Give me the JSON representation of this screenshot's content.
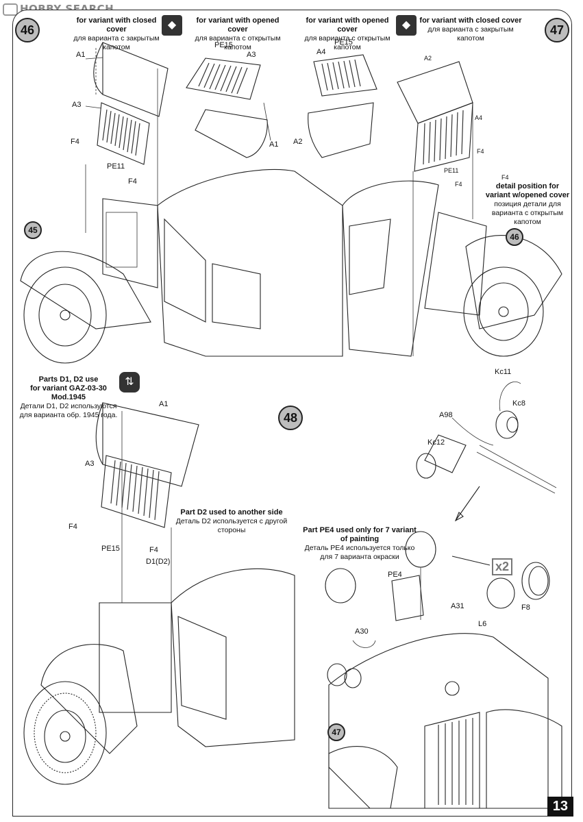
{
  "watermark": "HOBBY SEARCH",
  "page_number": "13",
  "steps": {
    "s46": "46",
    "s47": "47",
    "s48": "48",
    "ref45": "45",
    "ref46": "46",
    "ref47": "47"
  },
  "notes": {
    "closed_left_en": "for variant with closed cover",
    "closed_left_ru": "для варианта с закрытым капотом",
    "opened_left_en": "for variant with opened cover",
    "opened_left_ru": "для варианта с открытым капотом",
    "opened_right_en": "for variant with opened cover",
    "opened_right_ru": "для варианта с открытым капотом",
    "closed_right_en": "for variant with closed cover",
    "closed_right_ru": "для варианта с закрытым капотом",
    "detail_en_1": "detail position for",
    "detail_en_2": "variant w/opened cover",
    "detail_ru_1": "позиция детали для",
    "detail_ru_2": "варианта с открытым капотом",
    "d1d2_en_1": "Parts D1, D2  use",
    "d1d2_en_2": "for variant GAZ-03-30 Mod.1945",
    "d1d2_ru_1": "Детали D1, D2 используются",
    "d1d2_ru_2": "для варианта обр. 1945 года.",
    "d2_en": "Part D2 used to another side",
    "d2_ru": "Деталь D2 используется с другой стороны",
    "pe4_en_1": "Part PE4  used only  for 7 variant",
    "pe4_en_2": "of painting",
    "pe4_ru_1": "Деталь PE4 используется только",
    "pe4_ru_2": "для 7 варианта окраски"
  },
  "labels": {
    "a1_top": "A1",
    "a3_top": "A3",
    "f4_a": "F4",
    "pe11_a": "PE11",
    "f4_b": "F4",
    "pe15_a": "PE15",
    "a3_b": "A3",
    "a1_b": "A1",
    "pe15_b": "PE15",
    "a4_a": "A4",
    "a2_a": "A2",
    "a2_b": "A2",
    "a4_b": "A4",
    "f4_c": "F4",
    "pe11_b": "PE11",
    "f4_d": "F4",
    "f4_e": "F4",
    "a1_48": "A1",
    "a3_48": "A3",
    "f4_48a": "F4",
    "pe15_48": "PE15",
    "f4_48b": "F4",
    "d1d2": "D1(D2)",
    "kc11": "Kc11",
    "kc8": "Kc8",
    "a98": "A98",
    "kc12": "Kc12",
    "pe4": "PE4",
    "a31": "A31",
    "a30": "A30",
    "l6": "L6",
    "f8": "F8",
    "x2": "x2"
  }
}
